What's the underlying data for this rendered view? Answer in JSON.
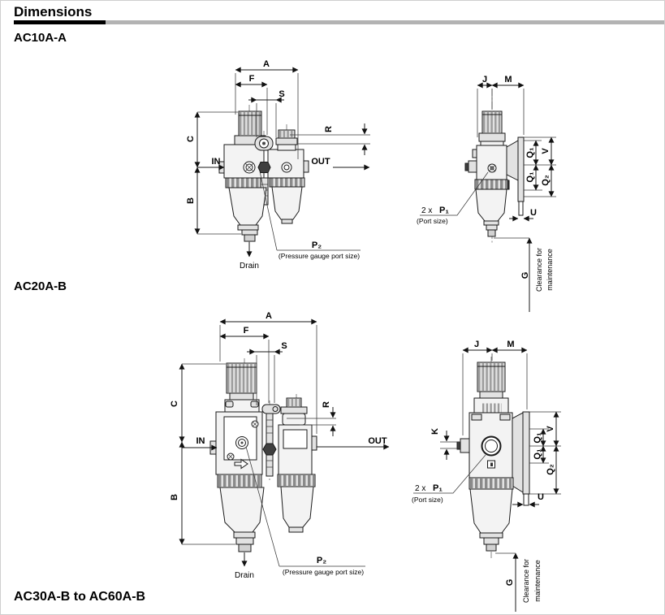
{
  "headings": {
    "page_title": "Dimensions",
    "section1": "AC10A-A",
    "section2": "AC20A-B",
    "section3": "AC30A-B to AC60A-B"
  },
  "labels": {
    "dim_a": "A",
    "dim_b": "B",
    "dim_c": "C",
    "dim_f": "F",
    "dim_g": "G",
    "dim_j": "J",
    "dim_k": "K",
    "dim_m": "M",
    "dim_r": "R",
    "dim_s": "S",
    "dim_u": "U",
    "dim_v": "V",
    "dim_q1": "Q₁",
    "dim_q2": "Q₂",
    "port_in": "IN",
    "port_out": "OUT",
    "drain": "Drain",
    "p2": "P₂",
    "p2_note": "(Pressure gauge port size)",
    "p1_qty": "2 x",
    "p1": "P₁",
    "p1_note": "(Port size)",
    "clearance_line1": "Clearance for",
    "clearance_line2": "maintenance"
  },
  "colors": {
    "line": "#1a1a1a",
    "fill_light": "#f3f3f3",
    "fill_mid": "#e2e2e2",
    "rule_black": "#000000",
    "rule_gray": "#b3b3b3"
  }
}
